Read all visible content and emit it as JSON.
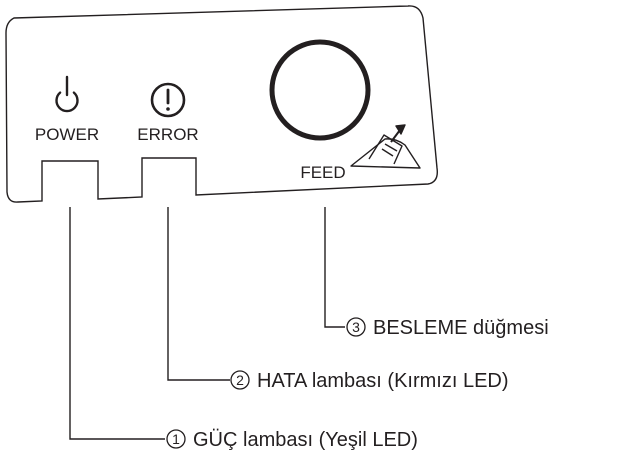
{
  "panel": {
    "power_label": "POWER",
    "error_label": "ERROR",
    "feed_label": "FEED"
  },
  "icons": {
    "power": "power-symbol-icon",
    "error": "exclamation-circle-icon",
    "paper_feed": "paper-feed-arrow-icon"
  },
  "callouts": [
    {
      "number": "3",
      "label": "BESLEME düğmesi"
    },
    {
      "number": "2",
      "label": "HATA lambası (Kırmızı LED)"
    },
    {
      "number": "1",
      "label": "GÜÇ lambası (Yeşil LED)"
    }
  ],
  "colors": {
    "line": "#231f20",
    "background": "#ffffff"
  }
}
